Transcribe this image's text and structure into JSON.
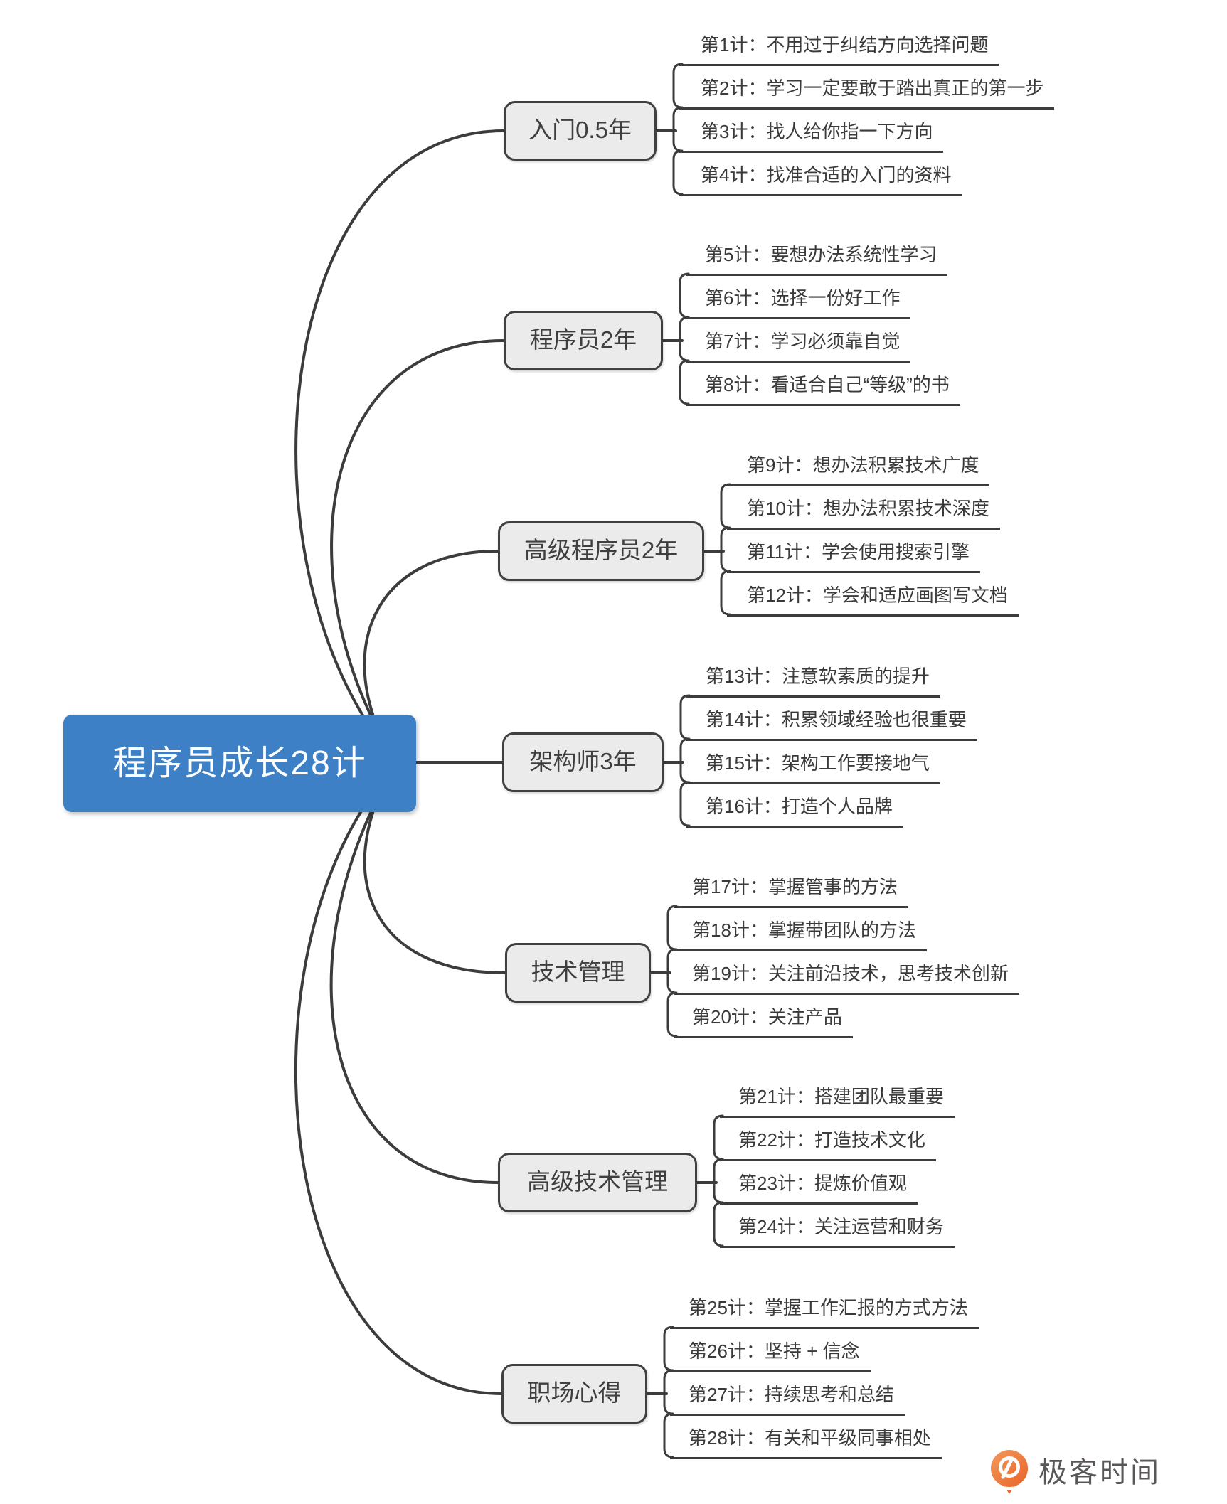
{
  "root": {
    "label": "程序员成长28计"
  },
  "branches": [
    {
      "label": "入门0.5年",
      "children": [
        "第1计：不用过于纠结方向选择问题",
        "第2计：学习一定要敢于踏出真正的第一步",
        "第3计：找人给你指一下方向",
        "第4计：找准合适的入门的资料"
      ]
    },
    {
      "label": "程序员2年",
      "children": [
        "第5计：要想办法系统性学习",
        "第6计：选择一份好工作",
        "第7计：学习必须靠自觉",
        "第8计：看适合自己“等级”的书"
      ]
    },
    {
      "label": "高级程序员2年",
      "children": [
        "第9计：想办法积累技术广度",
        "第10计：想办法积累技术深度",
        "第11计：学会使用搜索引擎",
        "第12计：学会和适应画图写文档"
      ]
    },
    {
      "label": "架构师3年",
      "children": [
        "第13计：注意软素质的提升",
        "第14计：积累领域经验也很重要",
        "第15计：架构工作要接地气",
        "第16计：打造个人品牌"
      ]
    },
    {
      "label": "技术管理",
      "children": [
        "第17计：掌握管事的方法",
        "第18计：掌握带团队的方法",
        "第19计：关注前沿技术，思考技术创新",
        "第20计：关注产品"
      ]
    },
    {
      "label": "高级技术管理",
      "children": [
        "第21计：搭建团队最重要",
        "第22计：打造技术文化",
        "第23计：提炼价值观",
        "第24计：关注运营和财务"
      ]
    },
    {
      "label": "职场心得",
      "children": [
        "第25计：掌握工作汇报的方式方法",
        "第26计：坚持 + 信念",
        "第27计：持续思考和总结",
        "第28计：有关和平级同事相处"
      ]
    }
  ],
  "logo": {
    "text": "极客时间",
    "icon": "geektime-pin-icon"
  },
  "colors": {
    "root_bg": "#3D80C6",
    "root_text": "#FFFFFF",
    "branch_bg": "#EBEBEB",
    "branch_border": "#404040",
    "line": "#3C3C3C",
    "leaf_text": "#3A3A3A",
    "logo_orange": "#EE7034",
    "logo_text": "#595656"
  }
}
